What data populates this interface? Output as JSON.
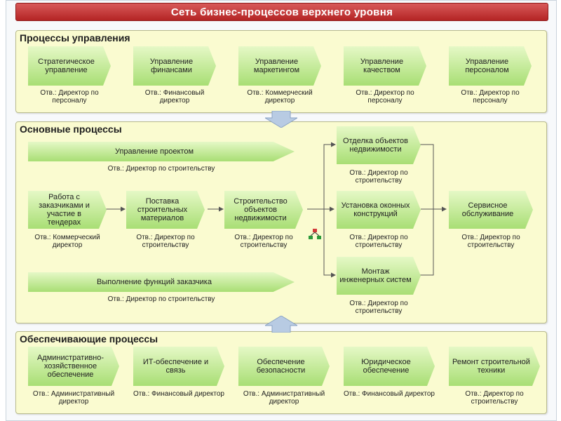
{
  "title": "Сеть бизнес-процессов верхнего уровня",
  "sections": {
    "management": {
      "title": "Процессы управления",
      "items": [
        {
          "label": "Стратегическое управление",
          "resp": "Отв.: Директор по персоналу"
        },
        {
          "label": "Управление финансами",
          "resp": "Отв.: Финансовый директор"
        },
        {
          "label": "Управление маркетингом",
          "resp": "Отв.: Коммерческий директор"
        },
        {
          "label": "Управление качеством",
          "resp": "Отв.: Директор по персоналу"
        },
        {
          "label": "Управление персоналом",
          "resp": "Отв.: Директор по персоналу"
        }
      ]
    },
    "core": {
      "title": "Основные процессы",
      "project_mgmt": {
        "label": "Управление проектом",
        "resp": "Отв.: Директор по строительству"
      },
      "customer_functions": {
        "label": "Выполнение функций заказчика",
        "resp": "Отв.: Директор по строительству"
      },
      "chain": [
        {
          "label": "Работа с заказчиками и участие в тендерах",
          "resp": "Отв.: Коммерческий директор"
        },
        {
          "label": "Поставка строительных материалов",
          "resp": "Отв.: Директор по строительству"
        },
        {
          "label": "Строительство объектов недвижимости",
          "resp": "Отв.: Директор по строительству"
        }
      ],
      "branches": [
        {
          "label": "Отделка объектов недвижимости",
          "resp": "Отв.: Директор по строительству"
        },
        {
          "label": "Установка оконных конструкций",
          "resp": "Отв.: Директор по строительству"
        },
        {
          "label": "Монтаж инженерных систем",
          "resp": "Отв.: Директор по строительству"
        }
      ],
      "final": {
        "label": "Сервисное обслуживание",
        "resp": "Отв.: Директор по строительству"
      }
    },
    "support": {
      "title": "Обеспечивающие процессы",
      "items": [
        {
          "label": "Административно-хозяйственное обеспечение",
          "resp": "Отв.: Административный директор"
        },
        {
          "label": "ИТ-обеспечение и связь",
          "resp": "Отв.: Финансовый директор"
        },
        {
          "label": "Обеспечение безопасности",
          "resp": "Отв.: Административный директор"
        },
        {
          "label": "Юридическое обеспечение",
          "resp": "Отв.: Финансовый директор"
        },
        {
          "label": "Ремонт строительной техники",
          "resp": "Отв.: Директор по строительству"
        }
      ]
    }
  },
  "colors": {
    "title_bar": "#b42424",
    "section_bg": "#fafbd0",
    "process_fill": "#a8de74",
    "connector": "#555555",
    "big_arrow": "#b8cbe3"
  }
}
